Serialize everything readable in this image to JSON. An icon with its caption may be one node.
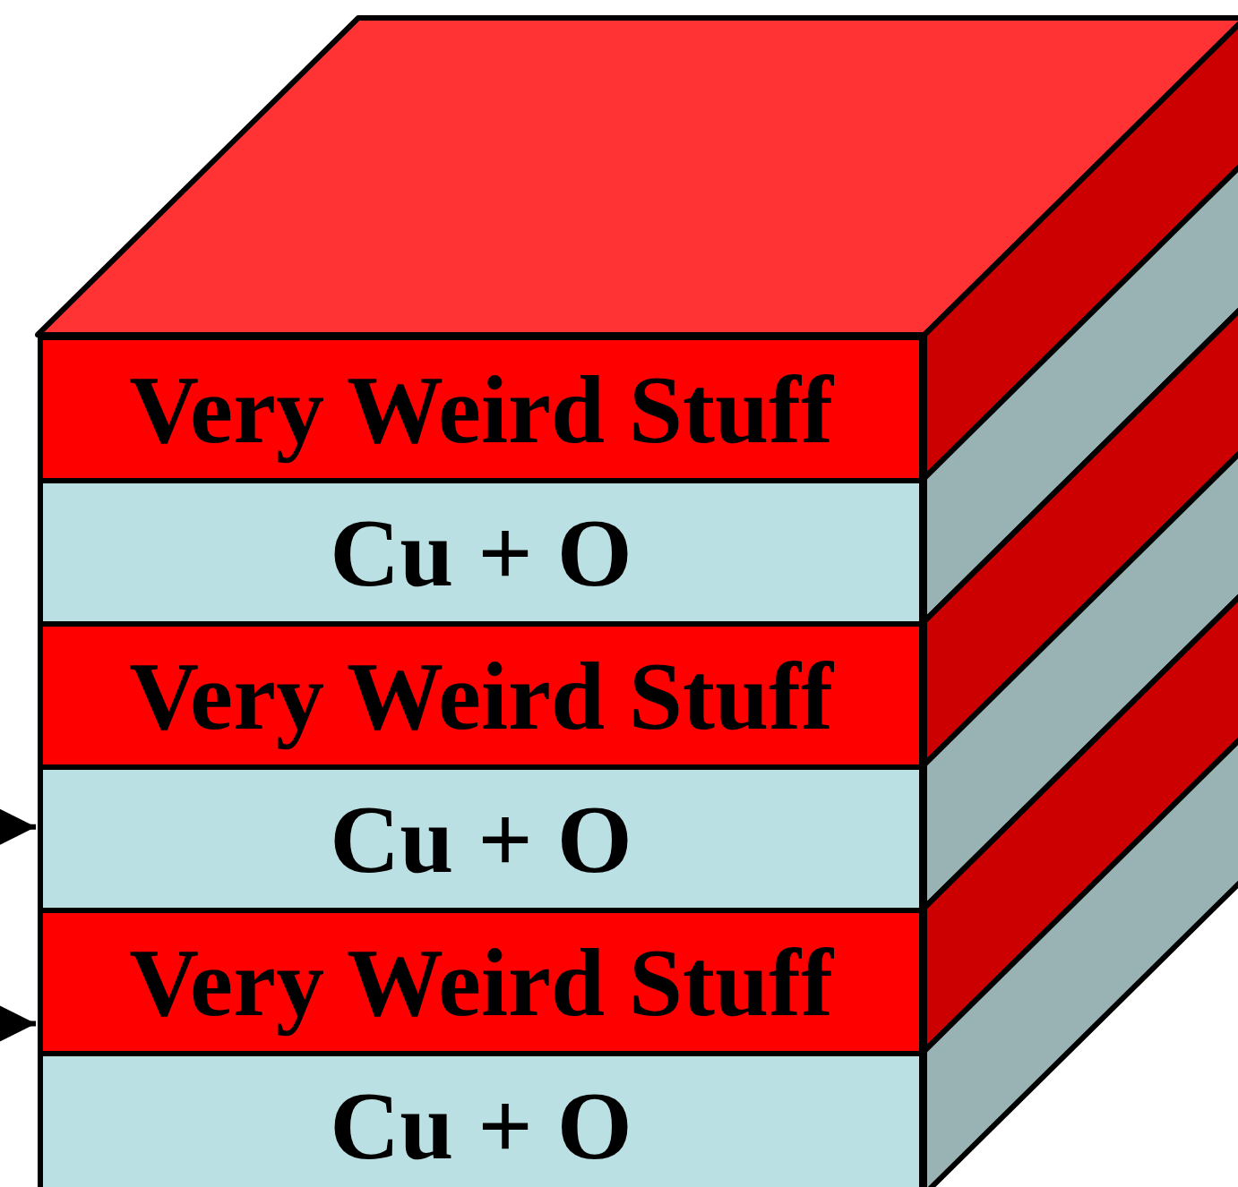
{
  "diagram": {
    "nodes": [
      {
        "text": [
          "Very Weird Stuff"
        ]
      },
      {
        "text": [
          "Cu + O"
        ]
      },
      {
        "text": [
          "Very Weird Stuff"
        ]
      },
      {
        "text": [
          "Cu + O"
        ]
      },
      {
        "text": [
          "Very Weird Stuff"
        ]
      },
      {
        "text": [
          "Cu + O"
        ]
      }
    ],
    "edges": [
      {
        "from": null,
        "to": 3,
        "arrow": "to"
      },
      {
        "from": null,
        "to": 4,
        "arrow": "to"
      }
    ]
  }
}
